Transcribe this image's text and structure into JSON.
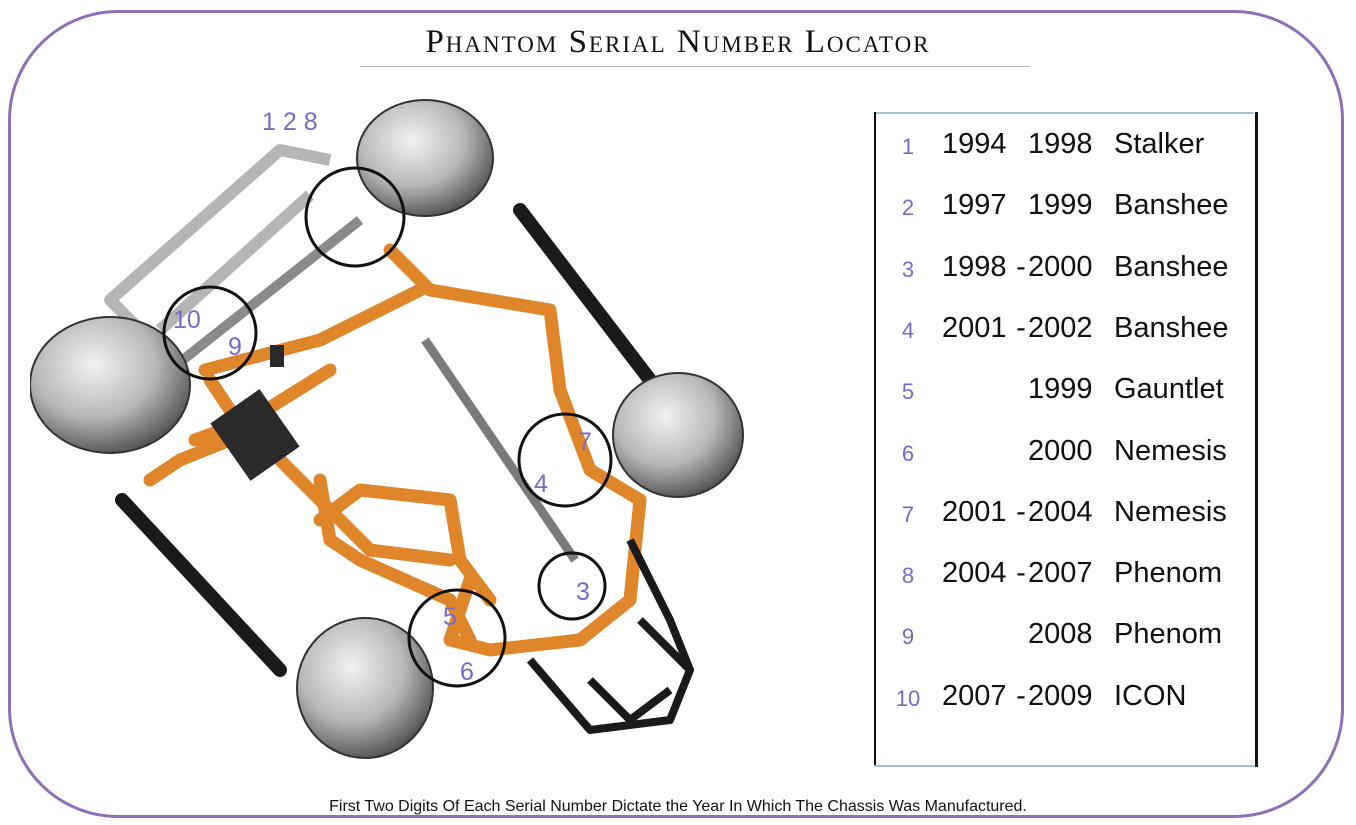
{
  "title": "Phantom Serial Number Locator",
  "callouts": {
    "top": "1 2 8",
    "c10": "10",
    "c9": "9",
    "c7": "7",
    "c4": "4",
    "c3": "3",
    "c5": "5",
    "c6": "6"
  },
  "legend": [
    {
      "num": "1",
      "start": "1994",
      "dash": "",
      "end": "1998",
      "model": "Stalker"
    },
    {
      "num": "2",
      "start": "1997",
      "dash": "",
      "end": "1999",
      "model": "Banshee"
    },
    {
      "num": "3",
      "start": "1998",
      "dash": "-",
      "end": "2000",
      "model": "Banshee"
    },
    {
      "num": "4",
      "start": "2001",
      "dash": "-",
      "end": "2002",
      "model": "Banshee"
    },
    {
      "num": "5",
      "start": "",
      "dash": "",
      "end": "1999",
      "model": "Gauntlet"
    },
    {
      "num": "6",
      "start": "",
      "dash": "",
      "end": "2000",
      "model": "Nemesis"
    },
    {
      "num": "7",
      "start": "2001",
      "dash": "-",
      "end": "2004",
      "model": "Nemesis"
    },
    {
      "num": "8",
      "start": "2004",
      "dash": "-",
      "end": "2007",
      "model": "Phenom"
    },
    {
      "num": "9",
      "start": "",
      "dash": "",
      "end": "2008",
      "model": "Phenom"
    },
    {
      "num": "10",
      "start": "2007",
      "dash": "-",
      "end": "2009",
      "model": "ICON"
    }
  ],
  "footer": "First Two Digits Of Each Serial Number Dictate the Year In Which The Chassis Was Manufactured.",
  "colors": {
    "frame": "#8e6fb8",
    "callout": "#7a68c8",
    "frame_tube": "#e0862a",
    "tire": "#9a9a9a"
  }
}
